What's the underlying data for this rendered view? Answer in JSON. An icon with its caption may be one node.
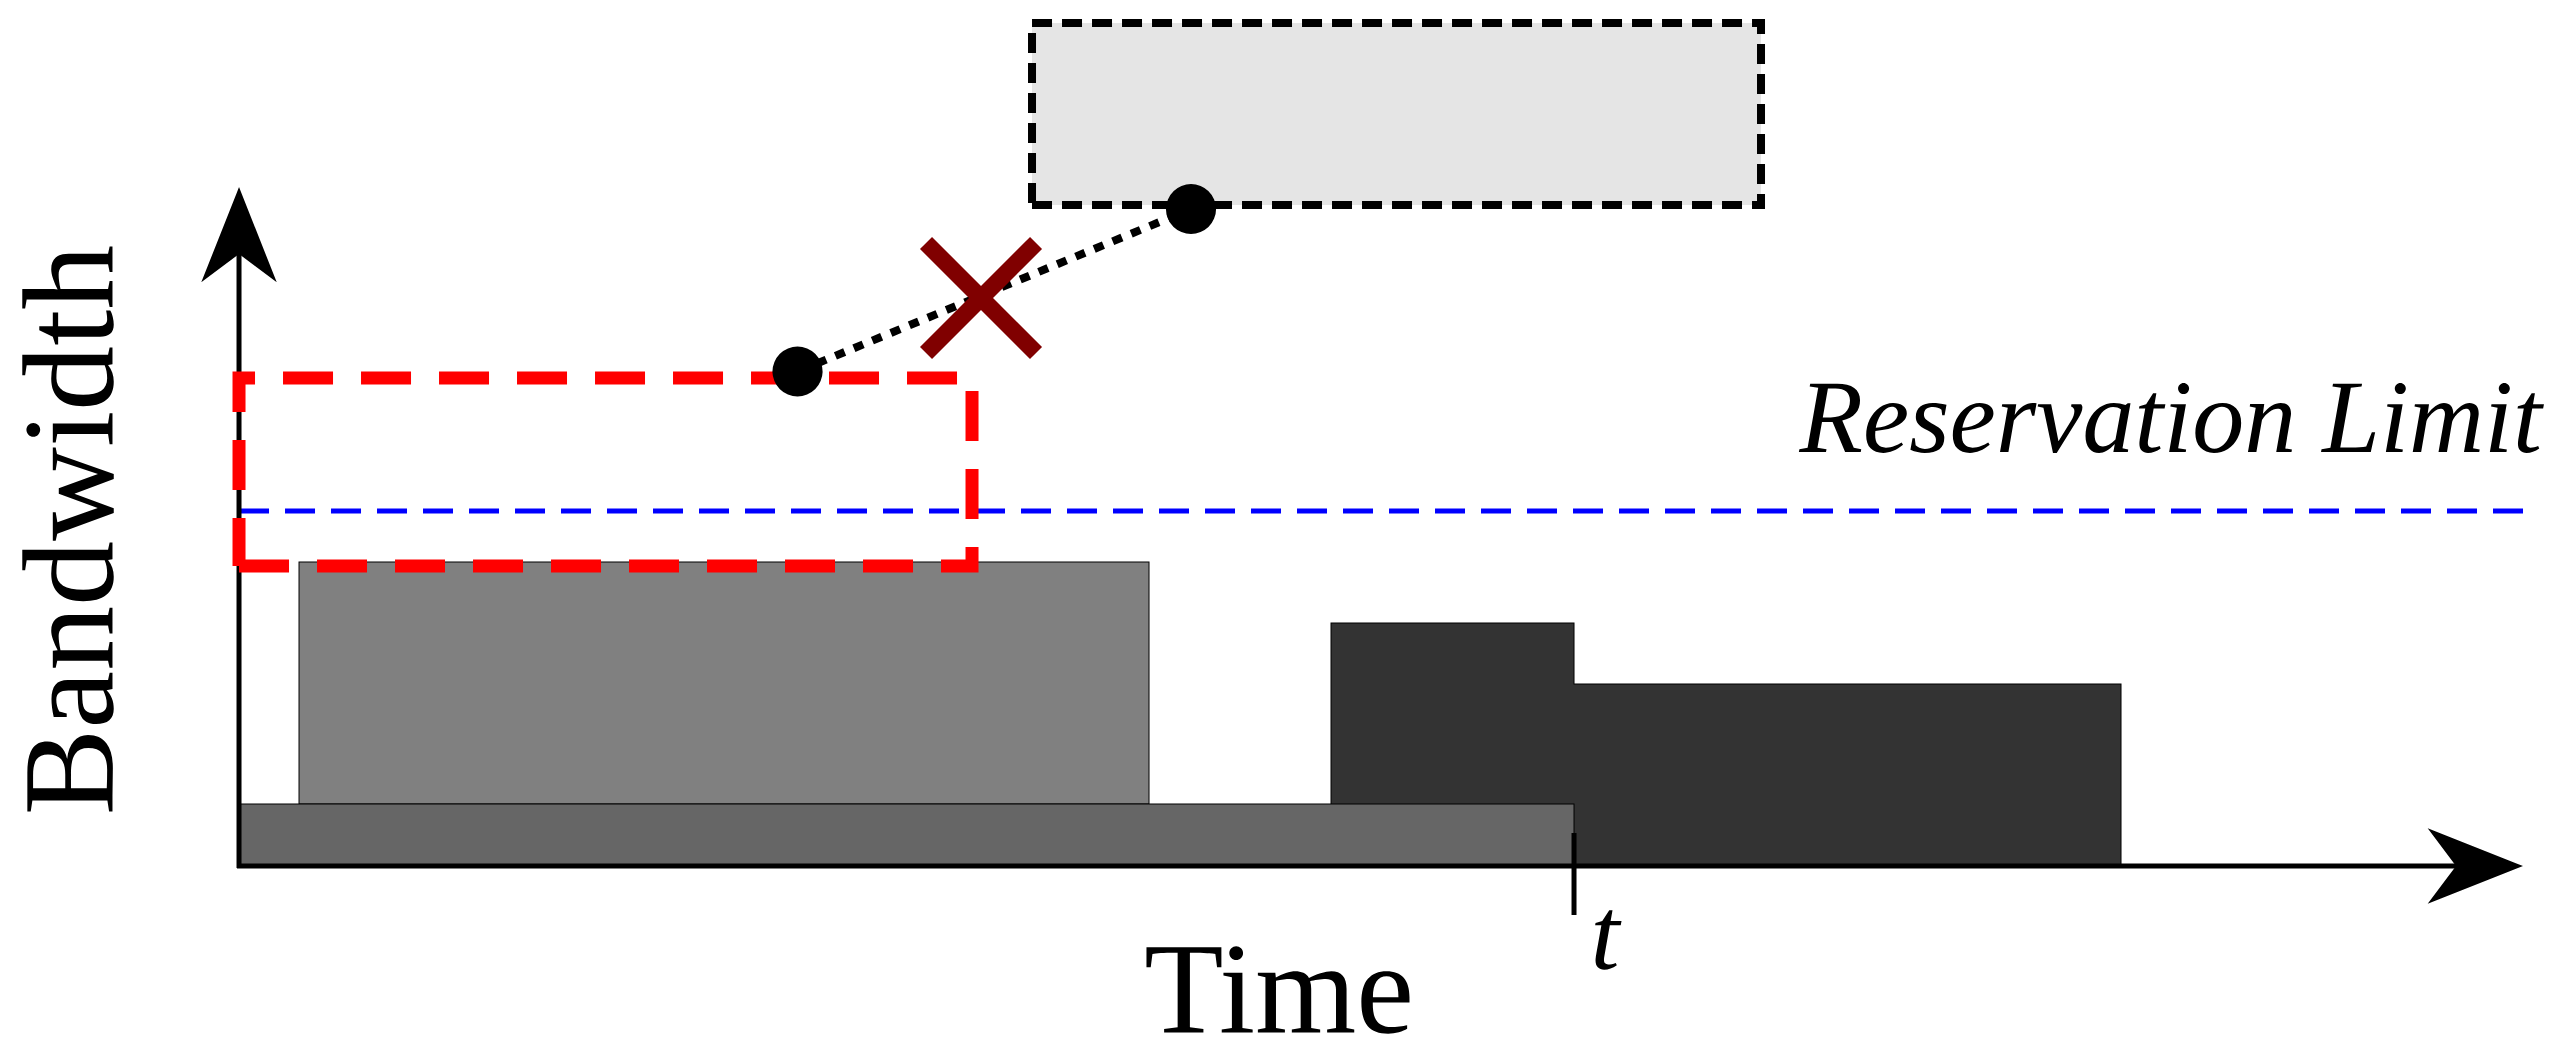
{
  "diagram": {
    "nodes": [
      {
        "text": [],
        "shape": "box"
      },
      {
        "text": [],
        "shape": "box"
      }
    ],
    "edges": [
      {
        "from": 0,
        "to": 1,
        "arrow": "other",
        "style": "dashed"
      }
    ],
    "labels": [
      "Bandwidth",
      "Time",
      "Reservation Limit",
      "t"
    ]
  }
}
